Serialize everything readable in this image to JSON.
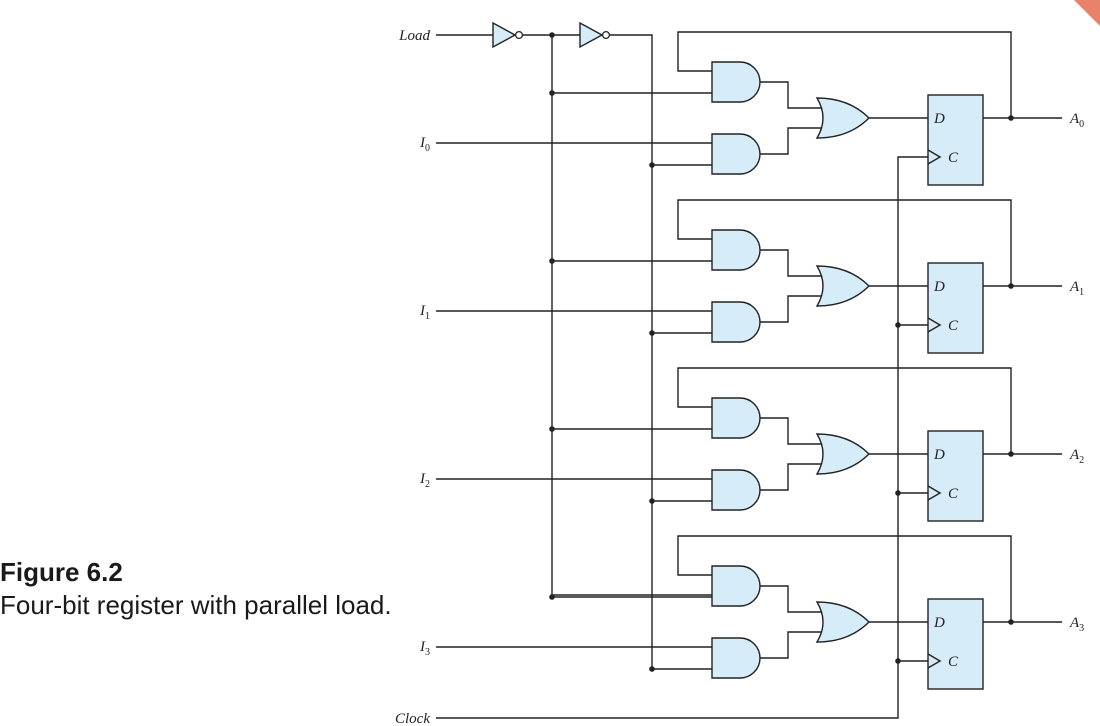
{
  "figure": {
    "number": "Figure 6.2",
    "caption": "Four-bit register with parallel load."
  },
  "signals": {
    "load": "Load",
    "clock": "Clock",
    "input_prefix": "I",
    "output_prefix": "A"
  },
  "stages": [
    {
      "input_index": "0",
      "output_index": "0"
    },
    {
      "input_index": "1",
      "output_index": "1"
    },
    {
      "input_index": "2",
      "output_index": "2"
    },
    {
      "input_index": "3",
      "output_index": "3"
    }
  ],
  "flipflop": {
    "d_label": "D",
    "c_label": "C"
  },
  "colors": {
    "gate_fill": "#d6ecf8",
    "wire": "#222222",
    "corner_accent": "#e8826a"
  }
}
